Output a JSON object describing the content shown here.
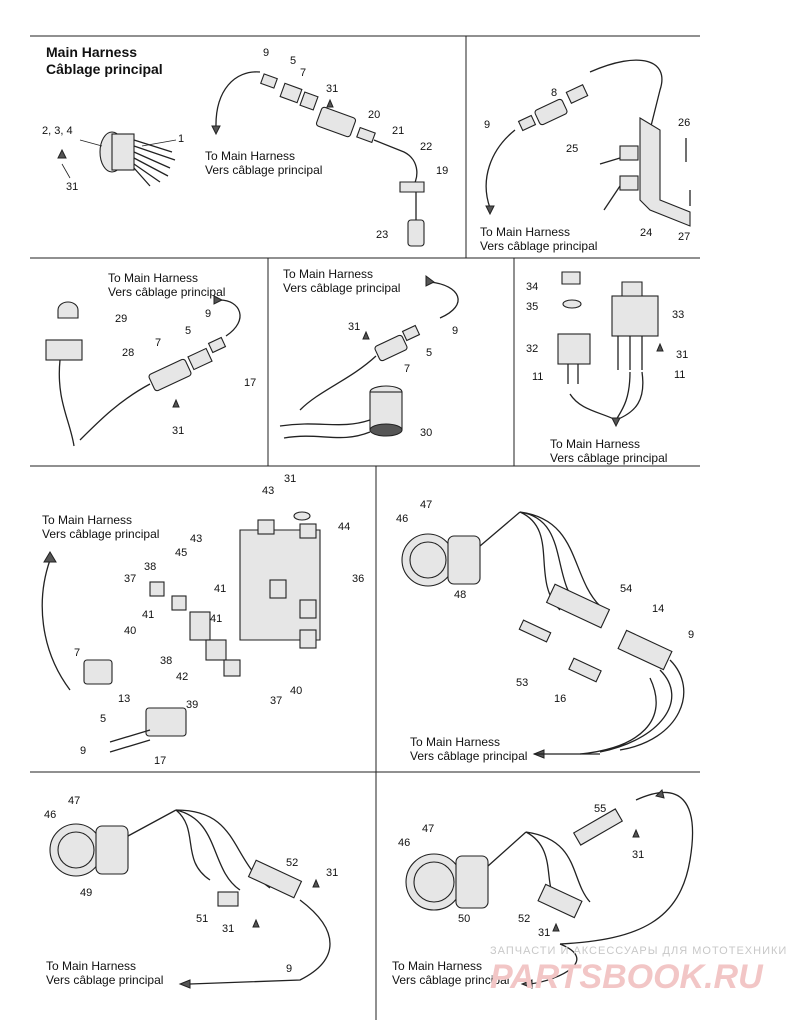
{
  "title": {
    "line1": "Main Harness",
    "line2": "Câblage principal"
  },
  "notes": {
    "to_main_en": "To Main Harness",
    "to_main_fr": "Vers câblage principal"
  },
  "watermark": {
    "line1": "ЗАПЧАСТИ И АКСЕССУАРЫ ДЛЯ МОТОТЕХНИКИ",
    "line2": "PARTSBOOK.RU"
  },
  "callouts": {
    "p1": [
      "2, 3, 4",
      "1",
      "31"
    ],
    "p2": [
      "9",
      "5",
      "7",
      "31",
      "20",
      "21",
      "22",
      "19",
      "23"
    ],
    "p3": [
      "8",
      "9",
      "26",
      "25",
      "24",
      "27"
    ],
    "p4": [
      "29",
      "9",
      "5",
      "28",
      "7",
      "17",
      "31"
    ],
    "p5": [
      "31",
      "9",
      "5",
      "7",
      "30"
    ],
    "p6": [
      "34",
      "35",
      "33",
      "32",
      "31",
      "11",
      "11"
    ],
    "p7": [
      "43",
      "31",
      "44",
      "43",
      "45",
      "36",
      "38",
      "37",
      "41",
      "41",
      "40",
      "41",
      "38",
      "42",
      "39",
      "37",
      "40",
      "7",
      "13",
      "5",
      "9",
      "17"
    ],
    "p8": [
      "47",
      "46",
      "48",
      "54",
      "14",
      "9",
      "53",
      "16"
    ],
    "p9": [
      "47",
      "46",
      "49",
      "52",
      "31",
      "51",
      "31",
      "9"
    ],
    "p10": [
      "55",
      "47",
      "46",
      "31",
      "50",
      "52",
      "31"
    ]
  },
  "colors": {
    "line": "#222222",
    "watermark_red": "#f2c6c6"
  }
}
